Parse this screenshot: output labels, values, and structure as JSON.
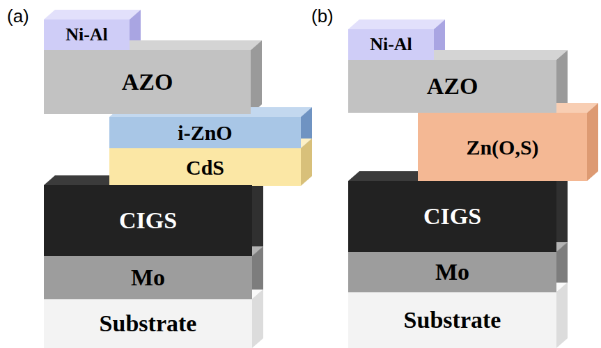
{
  "diagram": {
    "nodes": [
      {
        "text": [
          "Ni-Al"
        ]
      },
      {
        "text": [
          "AZO"
        ]
      },
      {
        "text": [
          "i-ZnO"
        ]
      },
      {
        "text": [
          "CdS"
        ]
      },
      {
        "text": [
          "CIGS"
        ]
      },
      {
        "text": [
          "Mo"
        ]
      },
      {
        "text": [
          "Substrate"
        ]
      },
      {
        "text": [
          "Ni-Al"
        ]
      },
      {
        "text": [
          "AZO"
        ]
      },
      {
        "text": [
          "Zn(O,S)"
        ]
      },
      {
        "text": [
          "CIGS"
        ]
      },
      {
        "text": [
          "Mo"
        ]
      },
      {
        "text": [
          "Substrate"
        ]
      }
    ],
    "labels": [
      "(a)",
      "(b)"
    ]
  }
}
